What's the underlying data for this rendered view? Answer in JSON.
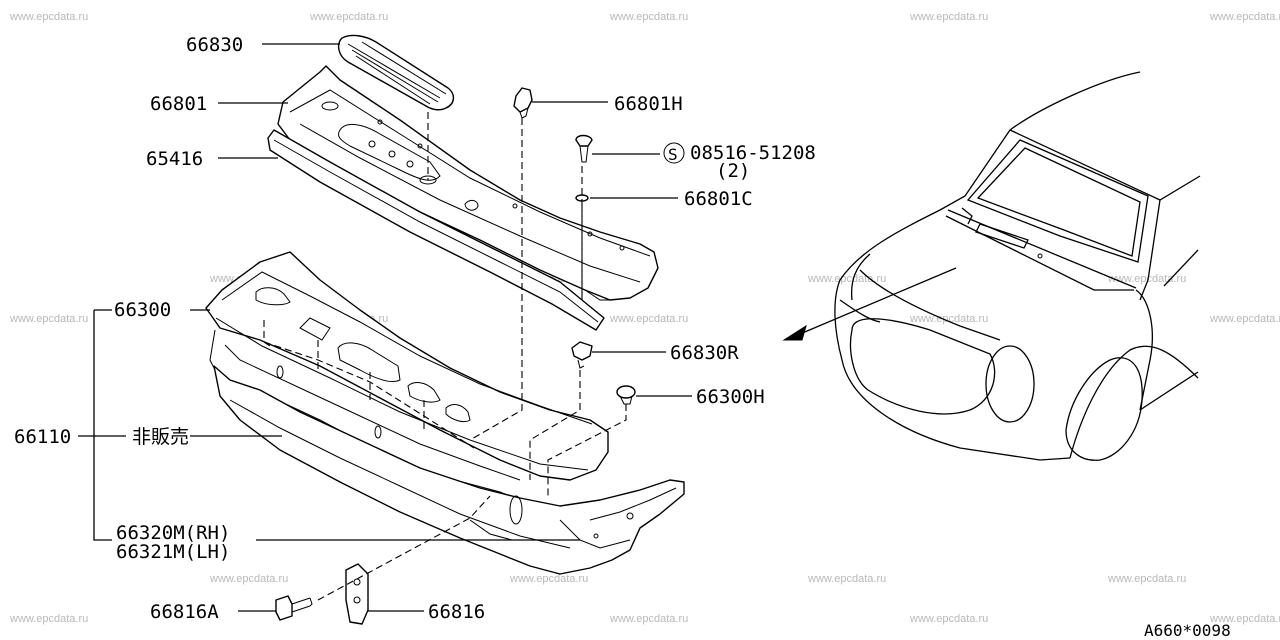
{
  "watermark": "www.epcdata.ru",
  "labels": {
    "p66830": "66830",
    "p66801": "66801",
    "p65416": "65416",
    "p66300": "66300",
    "p66110": "66110",
    "p_nonsale": "非販売",
    "p66320m": "66320M(RH)",
    "p66321m": "66321M(LH)",
    "p66816a": "66816A",
    "p66816": "66816",
    "p66801h": "66801H",
    "p08516": "08516-51208",
    "p08516_qty": "(2)",
    "p66801c": "66801C",
    "p66830r": "66830R",
    "p66300h": "66300H",
    "s_symbol": "S"
  },
  "diagram_code": "A660*0098"
}
